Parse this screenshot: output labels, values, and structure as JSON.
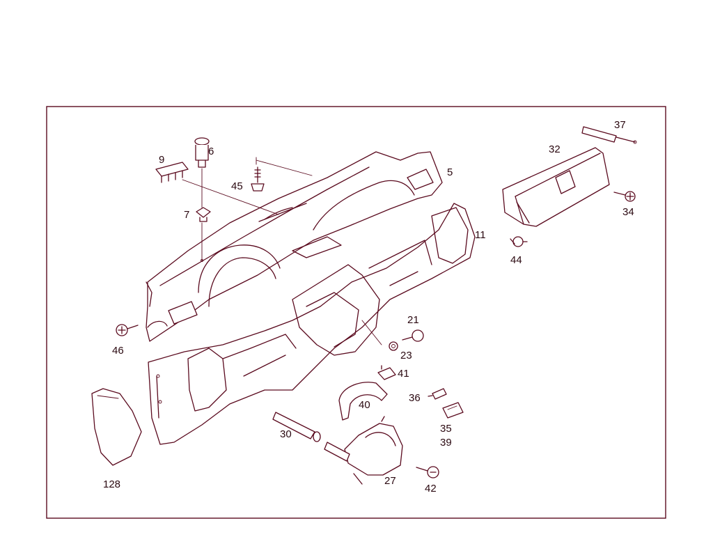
{
  "diagram": {
    "line_color": "#5a0a1e",
    "labels": {
      "p5": "5",
      "p6": "6",
      "p7": "7",
      "p9": "9",
      "p11": "11",
      "p21": "21",
      "p23": "23",
      "p27": "27",
      "p30": "30",
      "p32": "32",
      "p34": "34",
      "p35": "35",
      "p36": "36",
      "p37": "37",
      "p39": "39",
      "p40": "40",
      "p41": "41",
      "p42": "42",
      "p44": "44",
      "p45": "45",
      "p46": "46",
      "p128": "128"
    }
  }
}
